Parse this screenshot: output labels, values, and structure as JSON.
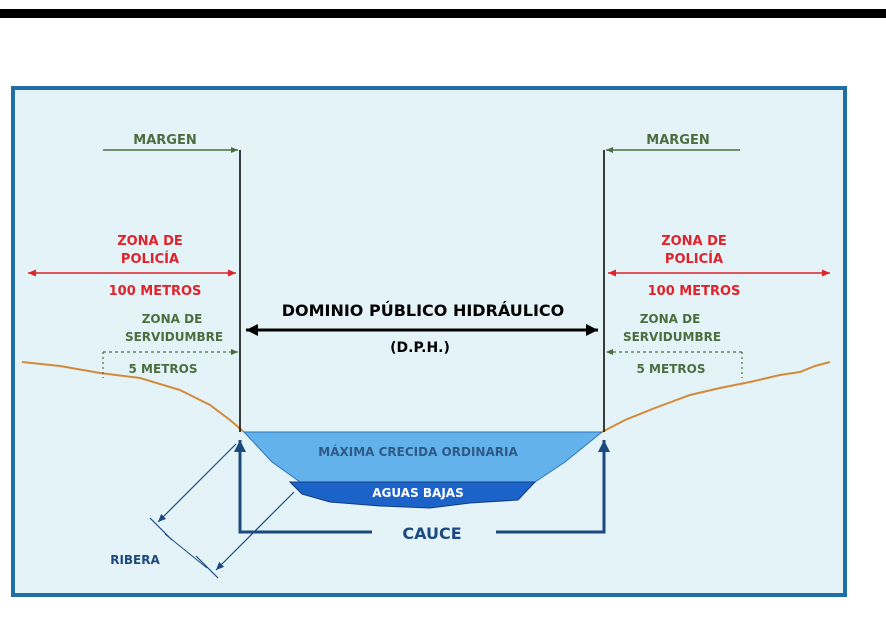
{
  "colors": {
    "frame_border": "#1f6fa6",
    "background": "#e3f3f7",
    "green_label": "#4c6e3f",
    "red_label": "#e0232a",
    "navy": "#1c4a80",
    "terrain": "#d38a3a",
    "max_flood_fill": "#63b2ec",
    "low_water_fill": "#1c63c9"
  },
  "labels": {
    "margen_left": "MARGEN",
    "margen_right": "MARGEN",
    "zona_policia_left_1": "ZONA DE",
    "zona_policia_left_2": "POLICÍA",
    "zona_policia_right_1": "ZONA DE",
    "zona_policia_right_2": "POLICÍA",
    "metros_100_left": "100 METROS",
    "metros_100_right": "100 METROS",
    "zona_serv_left_1": "ZONA DE",
    "zona_serv_left_2": "SERVIDUMBRE",
    "zona_serv_right_1": "ZONA DE",
    "zona_serv_right_2": "SERVIDUMBRE",
    "metros_5_left": "5 METROS",
    "metros_5_right": "5 METROS",
    "dph_title": "DOMINIO PÚBLICO HIDRÁULICO",
    "dph_abbr": "(D.P.H.)",
    "maxima_crecida": "MÁXIMA CRECIDA ORDINARIA",
    "aguas_bajas": "AGUAS BAJAS",
    "cauce": "CAUCE",
    "ribera": "RIBERA"
  }
}
